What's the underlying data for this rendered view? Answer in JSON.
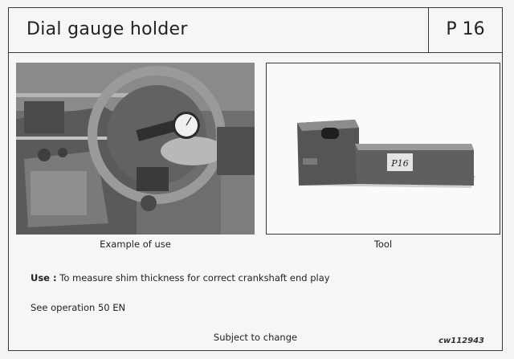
{
  "header": {
    "title": "Dial gauge holder",
    "code": "P 16"
  },
  "images": {
    "left_caption": "Example of use",
    "right_caption": "Tool",
    "tool_marking": "P16"
  },
  "use": {
    "label": "Use :",
    "text": " To measure shim thickness for correct crankshaft end play"
  },
  "operation": "See operation 50 EN",
  "footer": "Subject to change",
  "reference": "cw112943"
}
